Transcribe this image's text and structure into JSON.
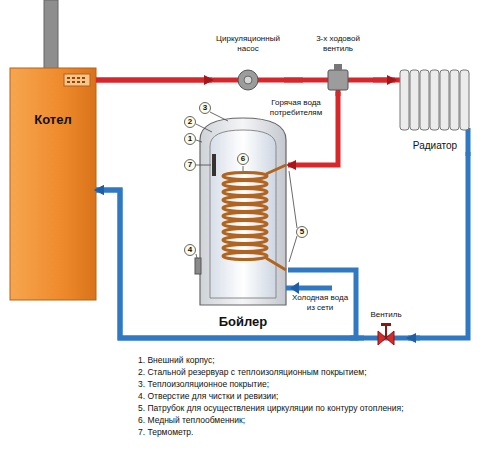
{
  "diagram": {
    "nodes": [
      {
        "text": [
          "Котел"
        ]
      },
      {
        "text": [
          "Циркуляционный насос"
        ]
      },
      {
        "text": [
          "3-х ходовой вентиль"
        ]
      },
      {
        "text": [
          "Радиатор"
        ]
      },
      {
        "text": [
          "Бойлер"
        ]
      },
      {
        "text": [
          "Вентиль"
        ]
      }
    ],
    "edges": [
      {
        "from": 0,
        "to": 1,
        "arrow": "to"
      },
      {
        "from": 1,
        "to": 2,
        "arrow": "none"
      },
      {
        "from": 2,
        "to": 3,
        "arrow": "to"
      },
      {
        "from": 2,
        "to": 4,
        "arrow": "to"
      },
      {
        "from": 4,
        "to": 0,
        "arrow": "to"
      },
      {
        "from": 3,
        "to": 5,
        "arrow": "to"
      },
      {
        "from": 5,
        "to": 0,
        "arrow": "to"
      }
    ],
    "labels": [
      "Горячая вода потребителям",
      "Холодная вода из сети",
      "3",
      "2",
      "1",
      "7",
      "6",
      "4",
      "5",
      "1. Внешний корпус;",
      "2. Стальной резервуар с теплоизоляционным покрытием;",
      "3. Теплоизоляционное покрытие;",
      "4. Отверстие для чистки и ревизии;",
      "5. Патрубок для осуществления циркуляции по контуру отопления;",
      "6. Медный теплообменник;",
      "7. Термометр."
    ]
  }
}
